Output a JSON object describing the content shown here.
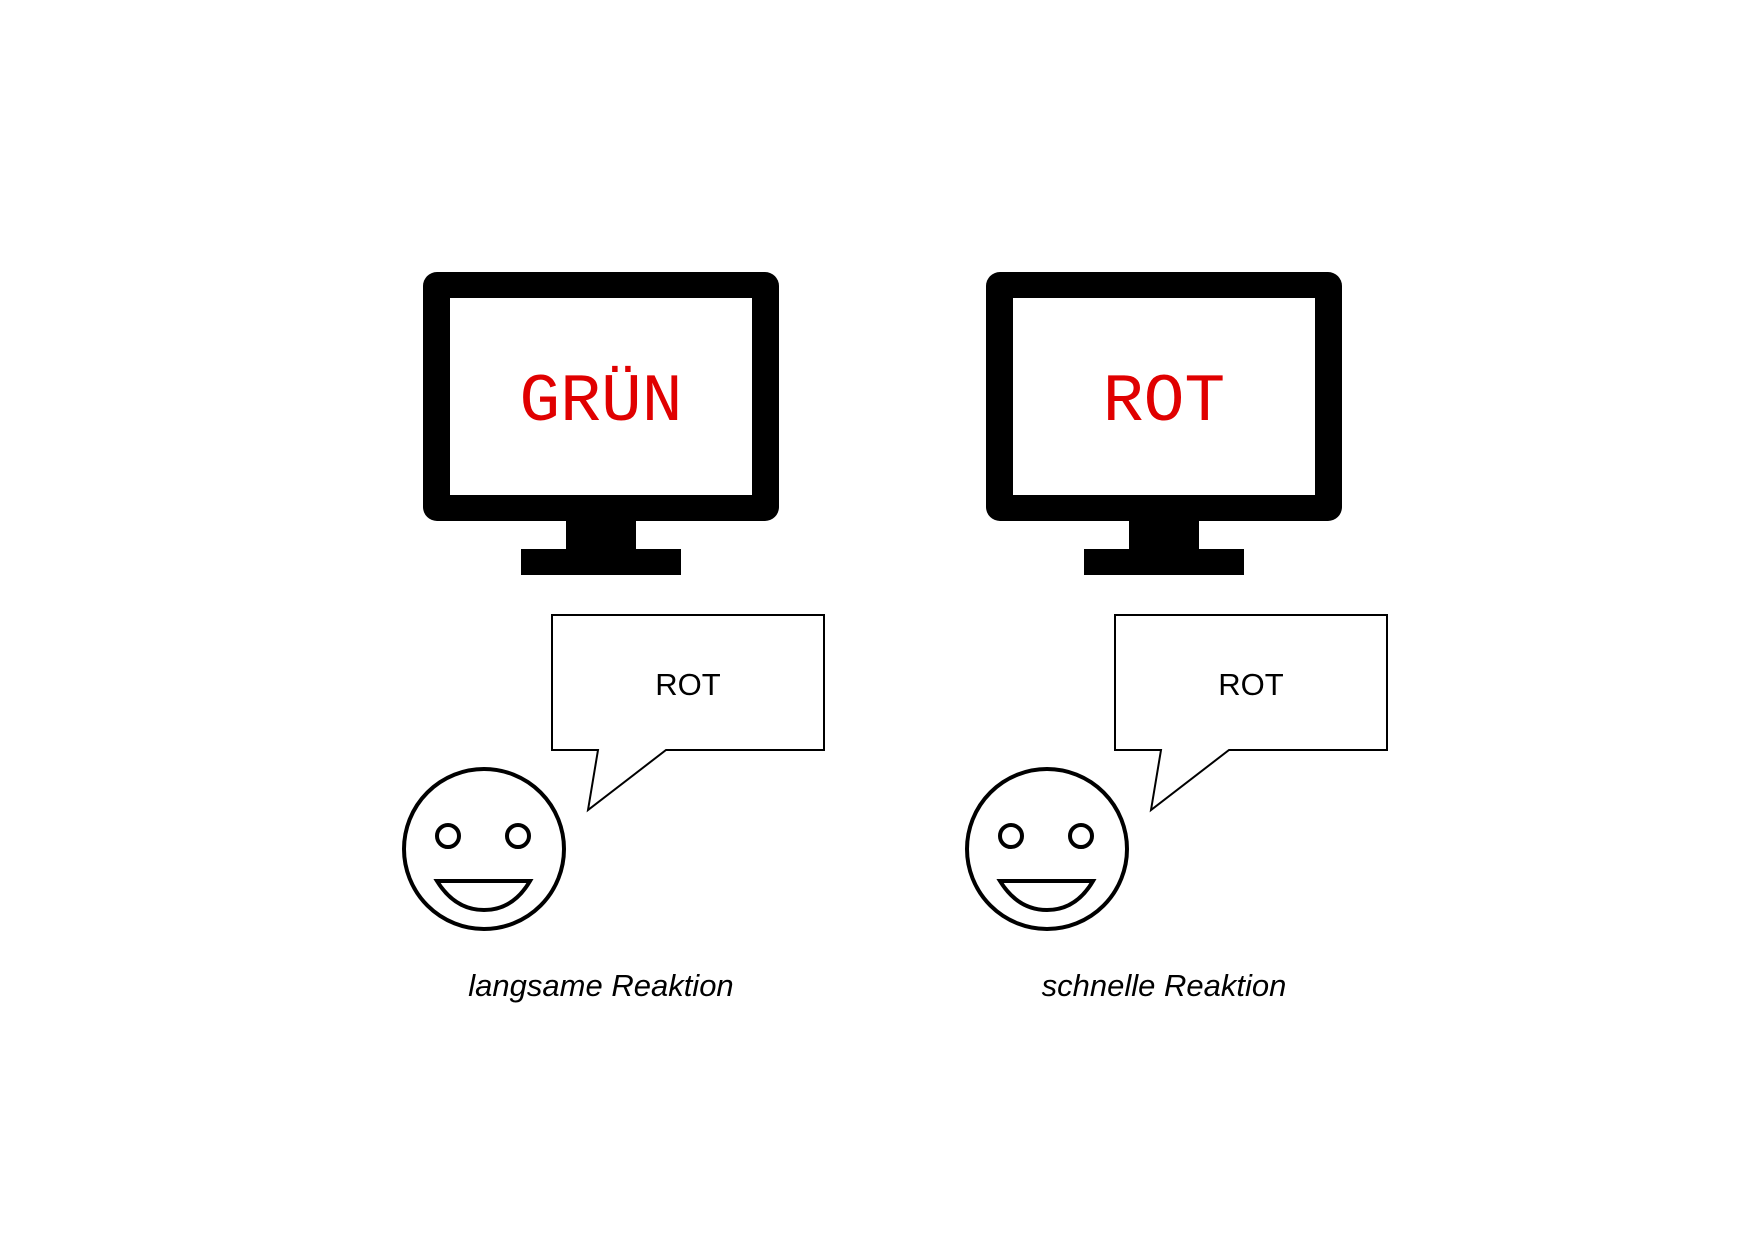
{
  "colors": {
    "word": "#e00000",
    "ink": "#000000"
  },
  "panels": [
    {
      "screen_word": "GRÜN",
      "speech": "ROT",
      "caption": "langsame Reaktion"
    },
    {
      "screen_word": "ROT",
      "speech": "ROT",
      "caption": "schnelle Reaktion"
    }
  ]
}
